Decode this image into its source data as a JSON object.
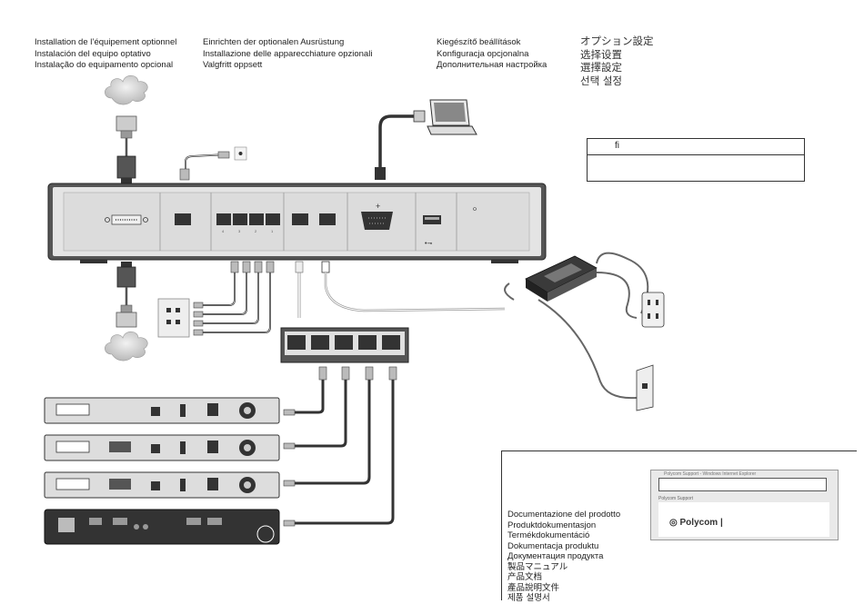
{
  "headings": {
    "col1": [
      "Installation de l’équipement optionnel",
      "Instalación del equipo optativo",
      "Instalação do equipamento opcional"
    ],
    "col2": [
      "Einrichten der optionalen Ausrüstung",
      "Installazione delle apparecchiature opzionali",
      "Valgfritt oppsett"
    ],
    "col3": [
      "Kiegészítő beállítások",
      "Konfiguracja opcjonalna",
      "Дополнительная настройка"
    ],
    "col4": [
      "オプション設定",
      "选择设置",
      "選擇設定",
      "선택 설정"
    ]
  },
  "note_box": {
    "text": "fi"
  },
  "documentation": {
    "items": [
      "Documentazione del prodotto",
      "Produktdokumentasjon",
      "Termékdokumentáció",
      "Dokumentacja produktu",
      "Документация продукта"
    ],
    "cjk_items": [
      "製品マニュアル",
      "产品文档",
      "產品說明文件",
      "제품 설명서"
    ]
  },
  "browser": {
    "title": "Polycom Support - Windows Internet Explorer",
    "tab": "Polycom Support",
    "logo": "Polycom"
  },
  "port_numbers": [
    "4",
    "3",
    "2",
    "1"
  ]
}
